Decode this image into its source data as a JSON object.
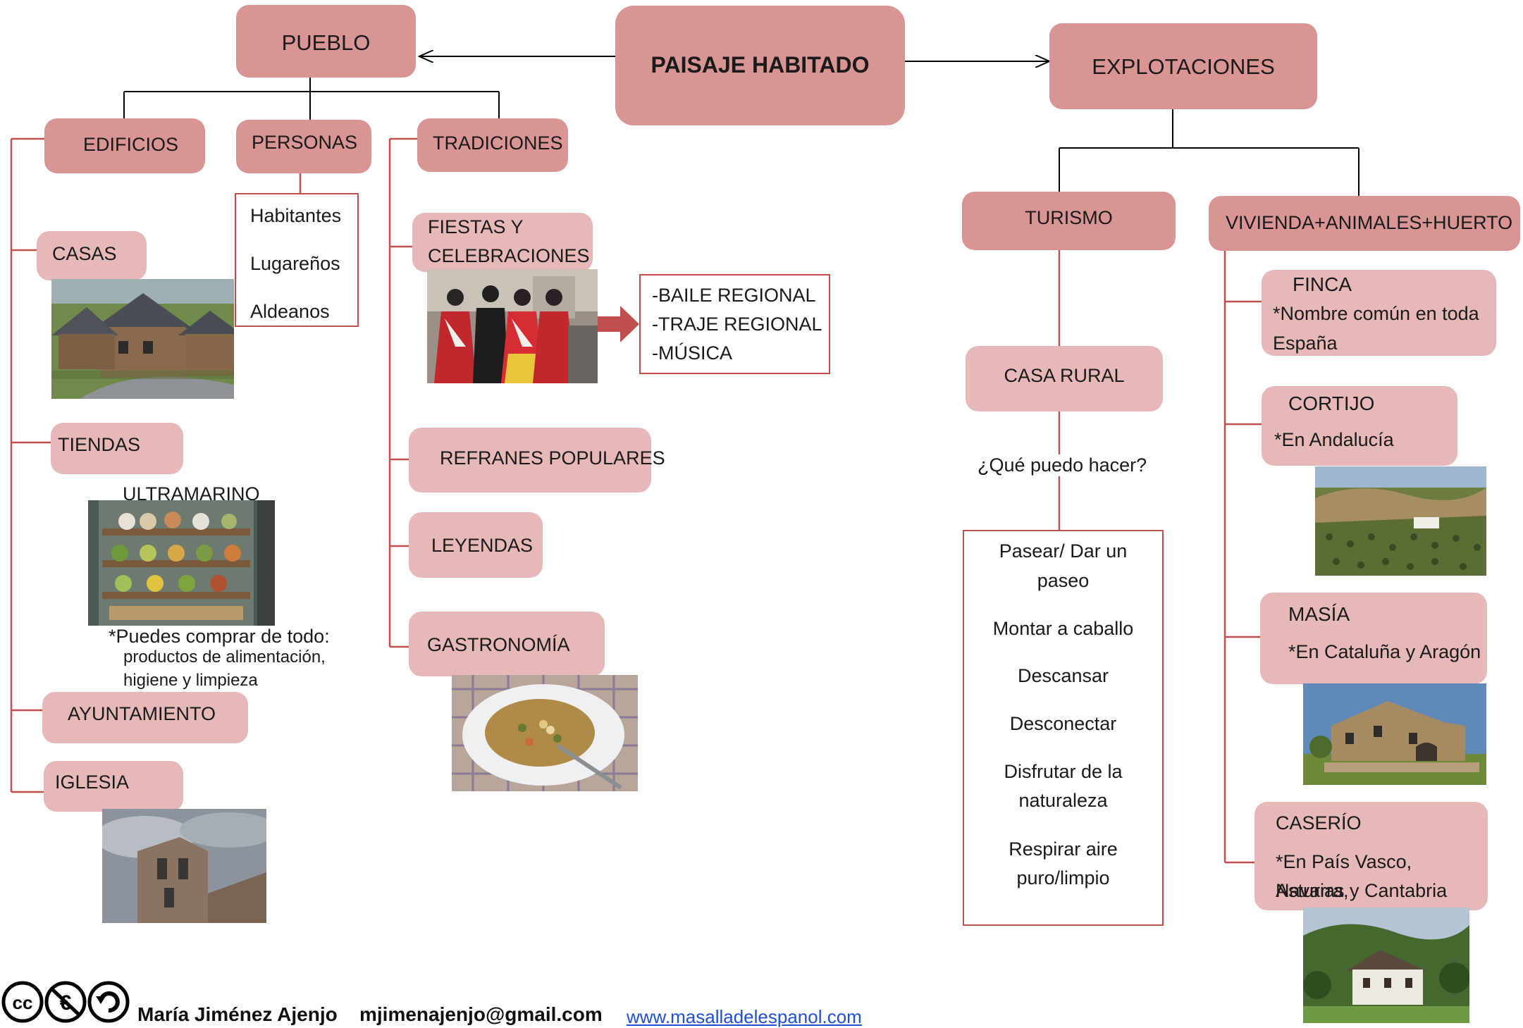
{
  "root": {
    "label": "PAISAJE HABITADO"
  },
  "pueblo": {
    "label": "PUEBLO",
    "edificios": {
      "label": "EDIFICIOS",
      "casas": "CASAS",
      "tiendas": "TIENDAS",
      "ultramarino": "ULTRAMARINO",
      "ultramarino_note": [
        "*Puedes comprar de todo:",
        "productos de alimentación,",
        "higiene y limpieza"
      ],
      "ayuntamiento": "AYUNTAMIENTO",
      "iglesia": "IGLESIA"
    },
    "personas": {
      "label": "PERSONAS",
      "items": [
        "Habitantes",
        "Lugareños",
        "Aldeanos"
      ]
    },
    "tradiciones": {
      "label": "TRADICIONES",
      "fiestas": [
        "FIESTAS Y",
        "CELEBRACIONES"
      ],
      "fiestas_items": [
        "-BAILE REGIONAL",
        "-TRAJE REGIONAL",
        "-MÚSICA"
      ],
      "refranes": "REFRANES POPULARES",
      "leyendas": "LEYENDAS",
      "gastronomia": "GASTRONOMÍA"
    }
  },
  "explotaciones": {
    "label": "EXPLOTACIONES",
    "turismo": {
      "label": "TURISMO",
      "casa_rural": "CASA RURAL",
      "question": "¿Qué puedo hacer?",
      "activities": [
        "Pasear/ Dar un",
        "paseo",
        "Montar a caballo",
        "Descansar",
        "Desconectar",
        "Disfrutar de la",
        "naturaleza",
        "Respirar aire",
        "puro/limpio"
      ]
    },
    "vivienda": {
      "label": "VIVIENDA+ANIMALES+HUERTO",
      "finca": {
        "title": "FINCA",
        "note": [
          "*Nombre común en toda",
          "España"
        ]
      },
      "cortijo": {
        "title": "CORTIJO",
        "note": [
          "*En Andalucía"
        ]
      },
      "masia": {
        "title": "MASÍA",
        "note": [
          "*En Cataluña y Aragón"
        ]
      },
      "caserio": {
        "title": "CASERÍO",
        "note": [
          "*En País Vasco, Navarra,",
          "Asturias y Cantabria"
        ]
      }
    }
  },
  "footer": {
    "author": "María Jiménez Ajenjo",
    "email": "mjimenajenjo@gmail.com",
    "website": "www.masalladelespanol.com",
    "license_icons": [
      "cc-icon",
      "nc-euro-icon",
      "sa-icon"
    ]
  },
  "colors": {
    "dark_box": "#d99594",
    "light_box": "#e6b9b8",
    "outline": "#c0504d",
    "connector": "#000000"
  }
}
